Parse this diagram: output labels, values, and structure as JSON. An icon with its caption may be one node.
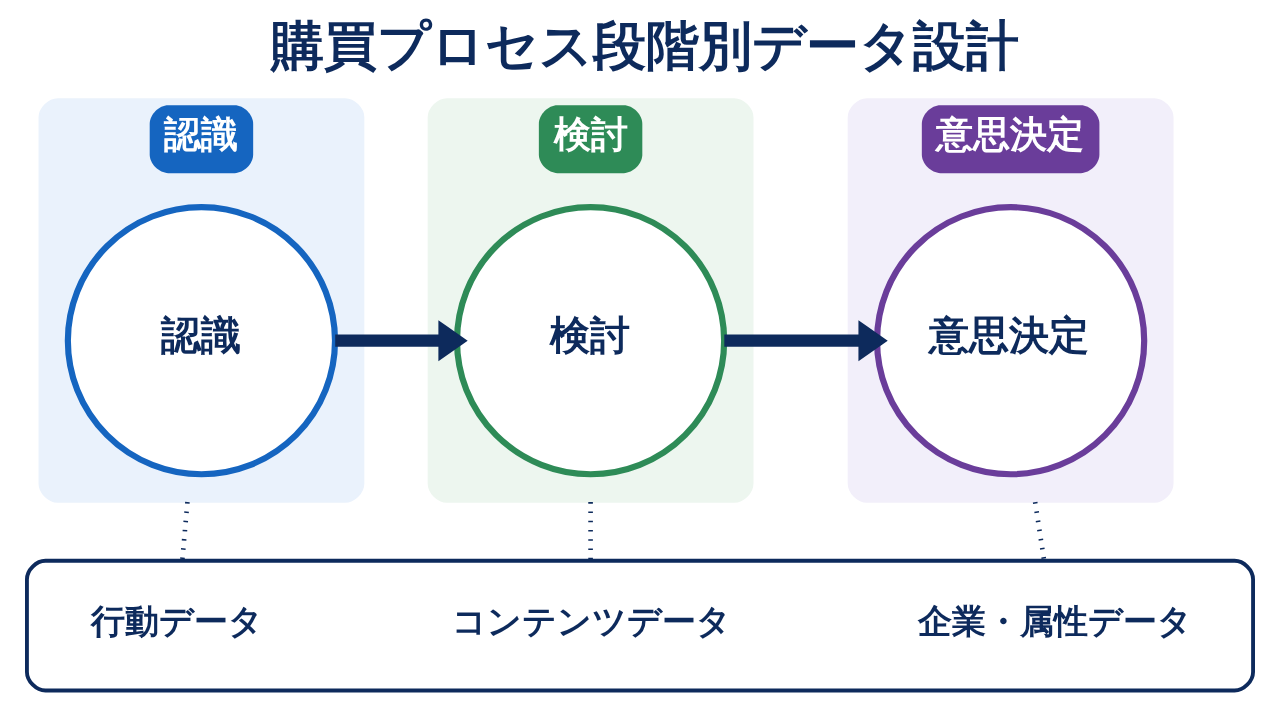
{
  "diagram": {
    "title": "購買プロセス段階別データ設計",
    "nodes": [
      {
        "text": [
          "認識"
        ]
      },
      {
        "text": [
          "認識"
        ],
        "in": 0
      },
      {
        "text": [
          "検討"
        ]
      },
      {
        "text": [
          "検討"
        ],
        "in": 2
      },
      {
        "text": [
          "意思決定"
        ]
      },
      {
        "text": [
          "意思決定"
        ],
        "in": 4
      },
      {
        "text": [],
        "shape": "box"
      },
      {
        "text": [
          "行動データ"
        ],
        "in": 6
      },
      {
        "text": [
          "コンテンツデータ"
        ],
        "in": 6
      },
      {
        "text": [
          "企業・属性データ"
        ],
        "in": 6
      }
    ],
    "edges": [
      {
        "from": 1,
        "to": 3,
        "arrow": "to",
        "style": "thick"
      },
      {
        "from": 3,
        "to": 5,
        "arrow": "to",
        "style": "thick"
      },
      {
        "from": 0,
        "to": 6,
        "arrow": "none",
        "style": "dashed"
      },
      {
        "from": 2,
        "to": 6,
        "arrow": "none",
        "style": "dashed"
      },
      {
        "from": 4,
        "to": 6,
        "arrow": "none",
        "style": "dashed"
      }
    ]
  }
}
